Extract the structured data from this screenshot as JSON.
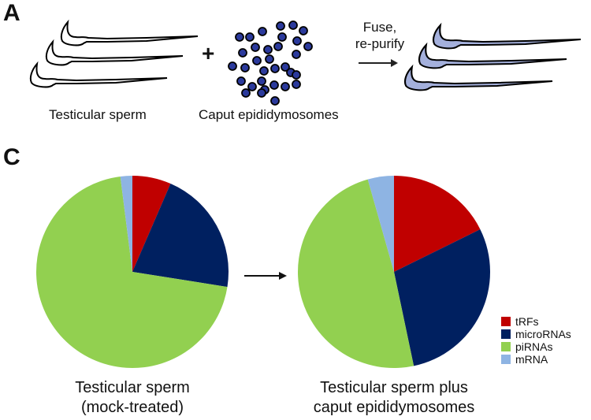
{
  "panel_a": {
    "label": "A",
    "testicular_sperm": "Testicular sperm",
    "plus": "+",
    "epididymosomes": "Caput epididymosomes",
    "arrow_line1": "Fuse,",
    "arrow_line2": "re-purify"
  },
  "panel_c": {
    "label": "C",
    "left_title_1": "Testicular sperm",
    "left_title_2": "(mock-treated)",
    "right_title_1": "Testicular sperm plus",
    "right_title_2": "caput epididymosomes"
  },
  "colors": {
    "tRFs": "#c00000",
    "microRNAs": "#002060",
    "piRNAs": "#92d050",
    "mRNA": "#8eb4e3",
    "sperm_fill": "#a4b0dc",
    "vesicle": "#2b3a9c"
  },
  "chart_data": [
    {
      "type": "pie",
      "title": "Testicular sperm (mock-treated)",
      "labels": [
        "tRFs",
        "microRNAs",
        "piRNAs",
        "mRNA"
      ],
      "values": [
        6.5,
        21,
        70.5,
        2
      ]
    },
    {
      "type": "pie",
      "title": "Testicular sperm plus caput epididymosomes",
      "labels": [
        "tRFs",
        "microRNAs",
        "piRNAs",
        "mRNA"
      ],
      "values": [
        17.7,
        29,
        48.9,
        4.4
      ]
    }
  ],
  "legend": [
    "tRFs",
    "microRNAs",
    "piRNAs",
    "mRNA"
  ]
}
